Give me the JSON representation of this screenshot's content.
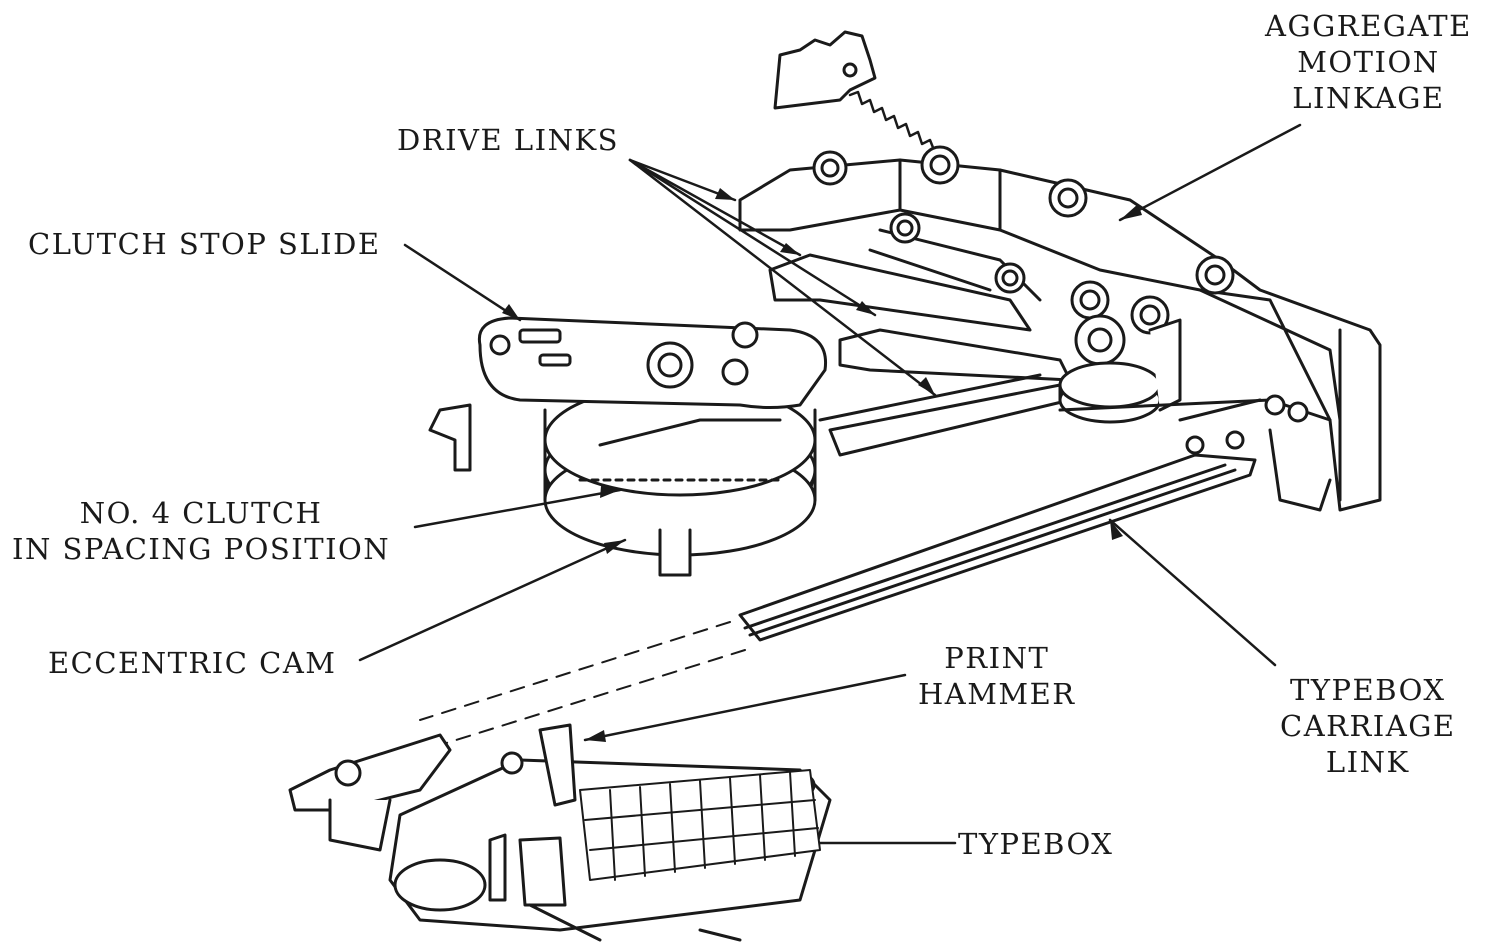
{
  "labels": {
    "aggregate_motion_linkage": [
      "AGGREGATE",
      "MOTION",
      "LINKAGE"
    ],
    "drive_links": "DRIVE LINKS",
    "clutch_stop_slide": "CLUTCH STOP SLIDE",
    "no4_clutch": [
      "NO. 4 CLUTCH",
      "IN SPACING POSITION"
    ],
    "eccentric_cam": "ECCENTRIC CAM",
    "print_hammer": [
      "PRINT",
      "HAMMER"
    ],
    "typebox_carriage_link": [
      "TYPEBOX",
      "CARRIAGE",
      "LINK"
    ],
    "typebox": "TYPEBOX"
  },
  "colors": {
    "ink": "#1a1a1a",
    "paper": "#ffffff",
    "shade": "#d9d9d9"
  }
}
